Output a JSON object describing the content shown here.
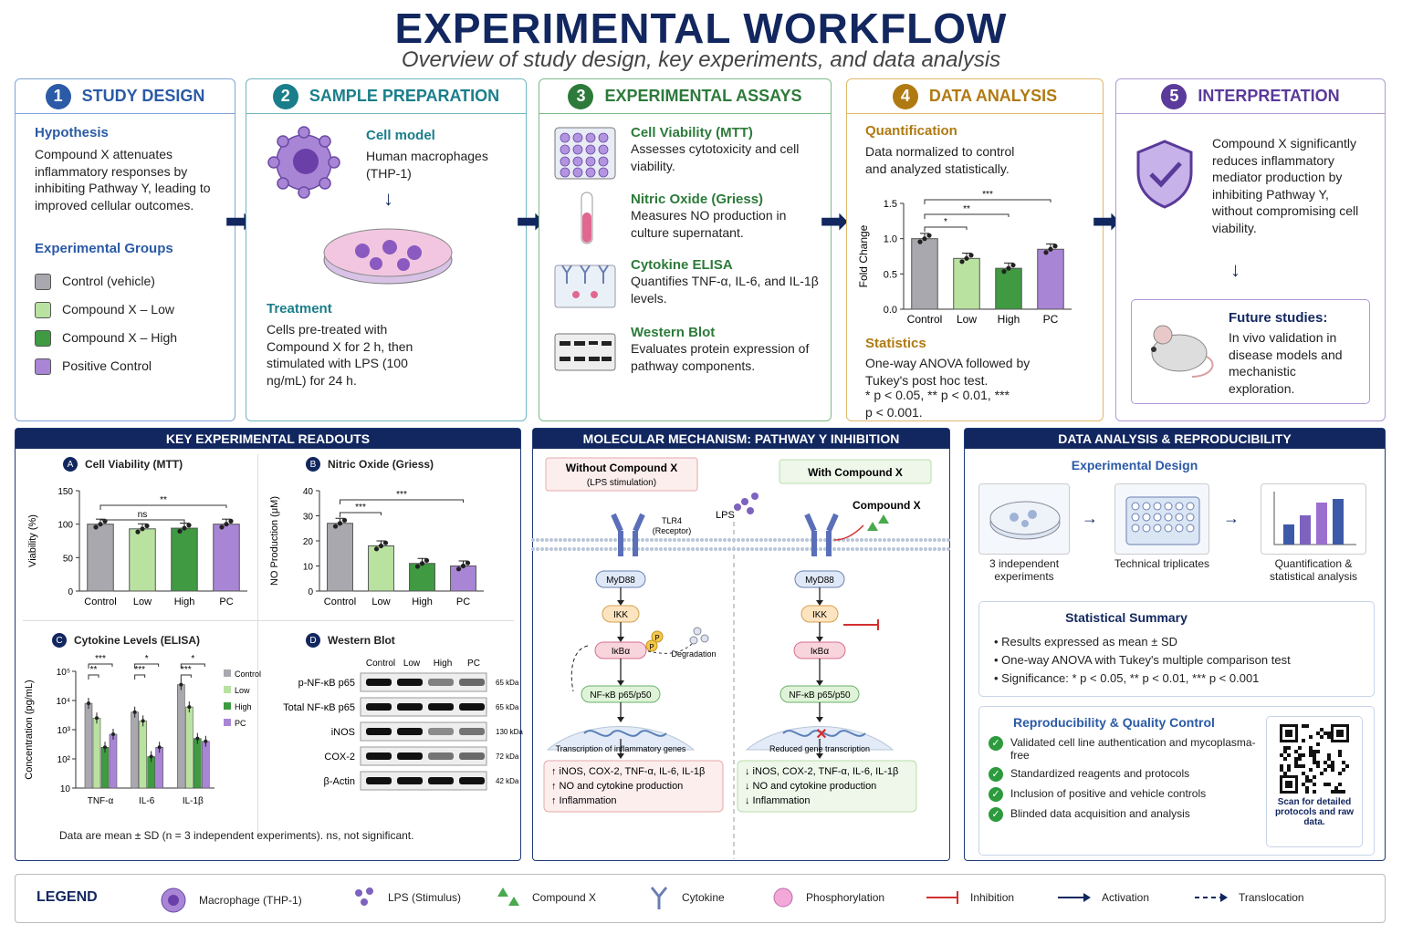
{
  "title": "EXPERIMENTAL WORKFLOW",
  "subtitle": "Overview of study design, key experiments, and data analysis",
  "colors": {
    "navy": "#12275f",
    "blue": "#2b5aa6",
    "teal": "#1a7e8a",
    "green": "#2d7a3a",
    "gold": "#b07a12",
    "purple": "#5a3a9a",
    "control": "#a8a8ae",
    "low": "#b9e2a0",
    "high": "#3f9a42",
    "pc": "#a985d6"
  },
  "step1": {
    "num": "1",
    "title": "STUDY DESIGN",
    "hyp_title": "Hypothesis",
    "hyp_text": "Compound X attenuates inflammatory responses by inhibiting Pathway Y, leading to improved cellular outcomes.",
    "groups_title": "Experimental Groups",
    "groups": [
      "Control (vehicle)",
      "Compound X – Low",
      "Compound X – High",
      "Positive Control"
    ]
  },
  "step2": {
    "num": "2",
    "title": "SAMPLE PREPARATION",
    "model_title": "Cell model",
    "model_text": "Human macrophages (THP-1)",
    "treat_title": "Treatment",
    "treat_text": "Cells pre-treated with Compound X for 2 h, then stimulated with LPS (100 ng/mL) for 24 h."
  },
  "step3": {
    "num": "3",
    "title": "EXPERIMENTAL ASSAYS",
    "assays": [
      {
        "name": "Cell Viability (MTT)",
        "desc": "Assesses cytotoxicity and cell viability."
      },
      {
        "name": "Nitric Oxide (Griess)",
        "desc": "Measures NO production in culture supernatant."
      },
      {
        "name": "Cytokine ELISA",
        "desc": "Quantifies TNF-α, IL-6, and IL-1β levels."
      },
      {
        "name": "Western Blot",
        "desc": "Evaluates protein expression of pathway components."
      }
    ]
  },
  "step4": {
    "num": "4",
    "title": "DATA ANALYSIS",
    "quant_title": "Quantification",
    "quant_text": "Data normalized to control and analyzed statistically.",
    "stats_title": "Statistics",
    "stats_text": "One-way ANOVA followed by Tukey's post hoc test.",
    "stats_p": "* p < 0.05, ** p < 0.01, *** p < 0.001."
  },
  "step5": {
    "num": "5",
    "title": "INTERPRETATION",
    "text": "Compound X significantly reduces inflammatory mediator production by inhibiting Pathway Y, without compromising cell viability.",
    "future_title": "Future studies:",
    "future_text": "In vivo validation in disease models and mechanistic exploration."
  },
  "readouts": {
    "title": "KEY EXPERIMENTAL READOUTS",
    "a_title": "Cell Viability (MTT)",
    "b_title": "Nitric Oxide (Griess)",
    "c_title": "Cytokine Levels (ELISA)",
    "d_title": "Western Blot",
    "note": "Data are mean ± SD (n = 3 independent experiments). ns, not significant.",
    "wb_cols": [
      "Control",
      "Low",
      "High",
      "PC"
    ],
    "wb_rows": [
      {
        "label": "p-NF-κB p65",
        "kda": "65 kDa"
      },
      {
        "label": "Total NF-κB p65",
        "kda": "65 kDa"
      },
      {
        "label": "iNOS",
        "kda": "130 kDa"
      },
      {
        "label": "COX-2",
        "kda": "72 kDa"
      },
      {
        "label": "β-Actin",
        "kda": "42 kDa"
      }
    ],
    "c_legend": [
      "Control",
      "Low",
      "High",
      "PC"
    ]
  },
  "mechanism": {
    "title": "MOLECULAR MECHANISM: PATHWAY Y INHIBITION",
    "left_head": "Without Compound X",
    "left_sub": "(LPS stimulation)",
    "right_head": "With Compound X",
    "lps": "LPS",
    "tlr4": "TLR4",
    "receptor": "(Receptor)",
    "compound": "Compound X",
    "myd88": "MyD88",
    "ikk": "IKK",
    "ikba": "IκBα",
    "nfkb": "NF-κB p65/p50",
    "degradation": "Degradation",
    "transcription": "Transcription of inflammatory genes",
    "reduced": "Reduced gene transcription",
    "p": "P",
    "left_out": [
      "↑ iNOS, COX-2, TNF-α, IL-6, IL-1β",
      "↑ NO and cytokine production",
      "↑ Inflammation"
    ],
    "right_out": [
      "↓ iNOS, COX-2, TNF-α, IL-6, IL-1β",
      "↓ NO and cytokine production",
      "↓ Inflammation"
    ]
  },
  "repro": {
    "title": "DATA ANALYSIS & REPRODUCIBILITY",
    "design_title": "Experimental Design",
    "design_items": [
      "3 independent experiments",
      "Technical triplicates",
      "Quantification & statistical analysis"
    ],
    "summary_title": "Statistical Summary",
    "summary": [
      "Results expressed as mean ± SD",
      "One-way ANOVA with Tukey's multiple comparison test",
      "Significance: * p < 0.05, ** p < 0.01, *** p < 0.001"
    ],
    "qc_title": "Reproducibility & Quality Control",
    "qc": [
      "Validated cell line authentication and mycoplasma-free",
      "Standardized reagents and protocols",
      "Inclusion of positive and vehicle controls",
      "Blinded data acquisition and analysis"
    ],
    "qr_text": "Scan for detailed protocols and raw data."
  },
  "legend": {
    "title": "LEGEND",
    "items": [
      "Macrophage (THP-1)",
      "LPS (Stimulus)",
      "Compound X",
      "Cytokine",
      "Phosphorylation",
      "Inhibition",
      "Activation",
      "Translocation"
    ]
  },
  "chart_data": [
    {
      "type": "bar",
      "id": "fold-change",
      "categories": [
        "Control",
        "Low",
        "High",
        "PC"
      ],
      "values": [
        1.0,
        0.72,
        0.58,
        0.85
      ],
      "ylabel": "Fold Change",
      "ylim": [
        0,
        1.5
      ],
      "yticks": [
        "0.0",
        "0.5",
        "1.0",
        "1.5"
      ],
      "annotations": [
        "*",
        "**",
        "***"
      ]
    },
    {
      "type": "bar",
      "id": "viability",
      "categories": [
        "Control",
        "Low",
        "High",
        "PC"
      ],
      "values": [
        100,
        93,
        94,
        100
      ],
      "ylabel": "Viability (%)",
      "ylim": [
        0,
        150
      ],
      "yticks": [
        "0",
        "50",
        "100",
        "150"
      ],
      "annotations": [
        "ns",
        "**"
      ]
    },
    {
      "type": "bar",
      "id": "nitric-oxide",
      "categories": [
        "Control",
        "Low",
        "High",
        "PC"
      ],
      "values": [
        27,
        18,
        11,
        10
      ],
      "ylabel": "NO Production (μM)",
      "ylim": [
        0,
        40
      ],
      "yticks": [
        "0",
        "10",
        "20",
        "30",
        "40"
      ],
      "annotations": [
        "***",
        "***"
      ]
    },
    {
      "type": "bar",
      "id": "cytokines",
      "categories": [
        "TNF-α",
        "IL-6",
        "IL-1β"
      ],
      "series": [
        {
          "name": "Control",
          "values": [
            8000,
            4000,
            35000
          ]
        },
        {
          "name": "Low",
          "values": [
            2500,
            2000,
            6000
          ]
        },
        {
          "name": "High",
          "values": [
            250,
            120,
            500
          ]
        },
        {
          "name": "PC",
          "values": [
            700,
            250,
            400
          ]
        }
      ],
      "ylabel": "Concentration (pg/mL)",
      "scale": "log",
      "ylim": [
        10,
        100000
      ],
      "yticks": [
        "10",
        "10²",
        "10³",
        "10⁴",
        "10⁵"
      ],
      "annotations": [
        "***",
        "**",
        "*",
        "***",
        "*",
        "***"
      ]
    }
  ]
}
